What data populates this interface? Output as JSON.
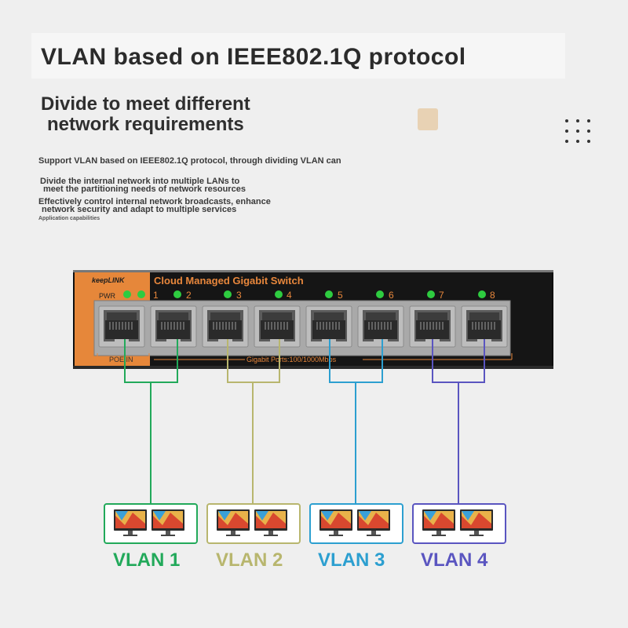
{
  "title": "VLAN based on IEEE802.1Q protocol",
  "subtitle": [
    "Divide to meet different",
    "network requirements"
  ],
  "description": [
    "Support VLAN based on IEEE802.1Q protocol, through dividing VLAN can",
    "Divide the internal network into multiple LANs to",
    "meet the partitioning needs of network resources",
    "Effectively control internal network broadcasts, enhance",
    "network security and adapt to multiple services",
    "Application capabilities"
  ],
  "switch": {
    "brand": "keepLINK",
    "model": "Cloud Managed Gigabit Switch",
    "pwr_label": "PWR",
    "port_numbers": [
      "1",
      "2",
      "3",
      "4",
      "5",
      "6",
      "7",
      "8"
    ],
    "poe_label": "POE IN",
    "ports_label": "Gigabit Ports:100/1000Mbps",
    "led_color": "#2ecc40",
    "body_color": "#141414",
    "accent_color": "#e8873c"
  },
  "vlans": [
    {
      "label": "VLAN 1",
      "color": "#22a95a"
    },
    {
      "label": "VLAN 2",
      "color": "#b8b66e"
    },
    {
      "label": "VLAN 3",
      "color": "#2c9fd0"
    },
    {
      "label": "VLAN 4",
      "color": "#5a55c0"
    }
  ],
  "icons": {
    "device": "monitor-icon",
    "menu": "dots-grid-icon",
    "port": "ethernet-port-icon"
  }
}
